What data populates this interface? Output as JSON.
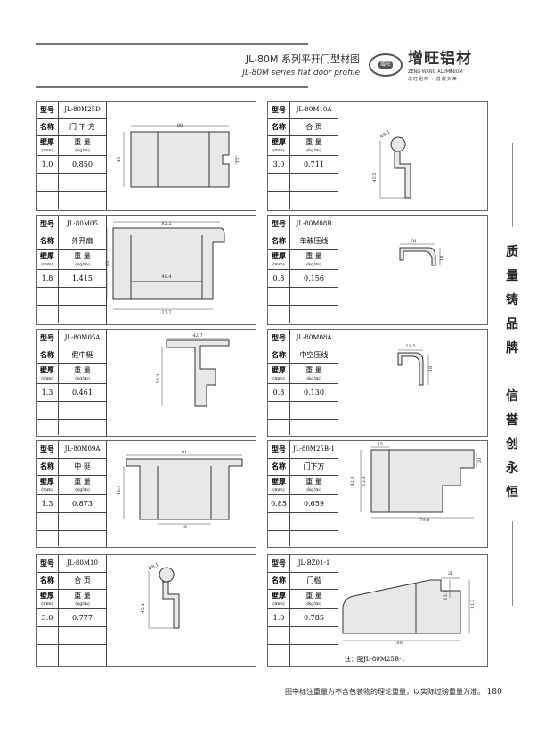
{
  "header": {
    "title": "JL-80M 系列平开门型材图",
    "subtitle": "JL-80M series flat door profile",
    "logo_text": "增旺",
    "brand_cn": "增旺铝材",
    "brand_en": "ZENG WANG ALUMINIUM",
    "brand_slogan": "增旺铝材 · 普成天来"
  },
  "labels": {
    "model": "型号",
    "name": "名称",
    "thickness": "壁厚",
    "thickness_unit": "(mm)",
    "weight": "重 量",
    "weight_unit": "(kg/m)"
  },
  "profiles": [
    {
      "model": "JL-80M25D",
      "name": "门 下 方",
      "thickness": "1.0",
      "weight": "0.850",
      "dims": [
        "80",
        "45",
        "13"
      ]
    },
    {
      "model": "JL-80M10A",
      "name": "合  页",
      "thickness": "3.0",
      "weight": "0.711",
      "dims": [
        "Φ8.1",
        "45.5"
      ]
    },
    {
      "model": "JL-80M05",
      "name": "外开扇",
      "thickness": "1.8",
      "weight": "1.415",
      "dims": [
        "82.2",
        "53",
        "40.4",
        "77.7"
      ]
    },
    {
      "model": "JL-80M08B",
      "name": "单玻压线",
      "thickness": "0.8",
      "weight": "0.156",
      "dims": [
        "31",
        "18"
      ]
    },
    {
      "model": "JL-80M05A",
      "name": "假中梃",
      "thickness": "1.3",
      "weight": "0.461",
      "dims": [
        "42.7",
        "53.3"
      ]
    },
    {
      "model": "JL-80M08A",
      "name": "中空压线",
      "thickness": "0.8",
      "weight": "0.130",
      "dims": [
        "21.5",
        "18"
      ]
    },
    {
      "model": "JL-80M09A",
      "name": "中  梃",
      "thickness": "1.3",
      "weight": "0.873",
      "dims": [
        "81",
        "40.5",
        "45"
      ]
    },
    {
      "model": "JL-80M25B-1",
      "name": "门下方",
      "thickness": "0.85",
      "weight": "0.659",
      "dims": [
        "15",
        "42.8",
        "13.8",
        "20",
        "79.8"
      ]
    },
    {
      "model": "JL-80M10",
      "name": "合  页",
      "thickness": "3.0",
      "weight": "0.777",
      "dims": [
        "Φ8.1",
        "45.4"
      ]
    },
    {
      "model": "JL-BZ01-1",
      "name": "门槛",
      "thickness": "1.0",
      "weight": "0.785",
      "dims": [
        "21",
        "13.2",
        "31.2",
        "100"
      ],
      "note": "注：配JL-80M25B-1"
    }
  ],
  "slogan": [
    "质",
    "量",
    "铸",
    "品",
    "牌",
    "",
    "信",
    "誉",
    "创",
    "永",
    "恒"
  ],
  "footer": {
    "text": "图中标注重量为不含包装物的理论重量，以实际过磅重量为准。",
    "page": "180"
  }
}
